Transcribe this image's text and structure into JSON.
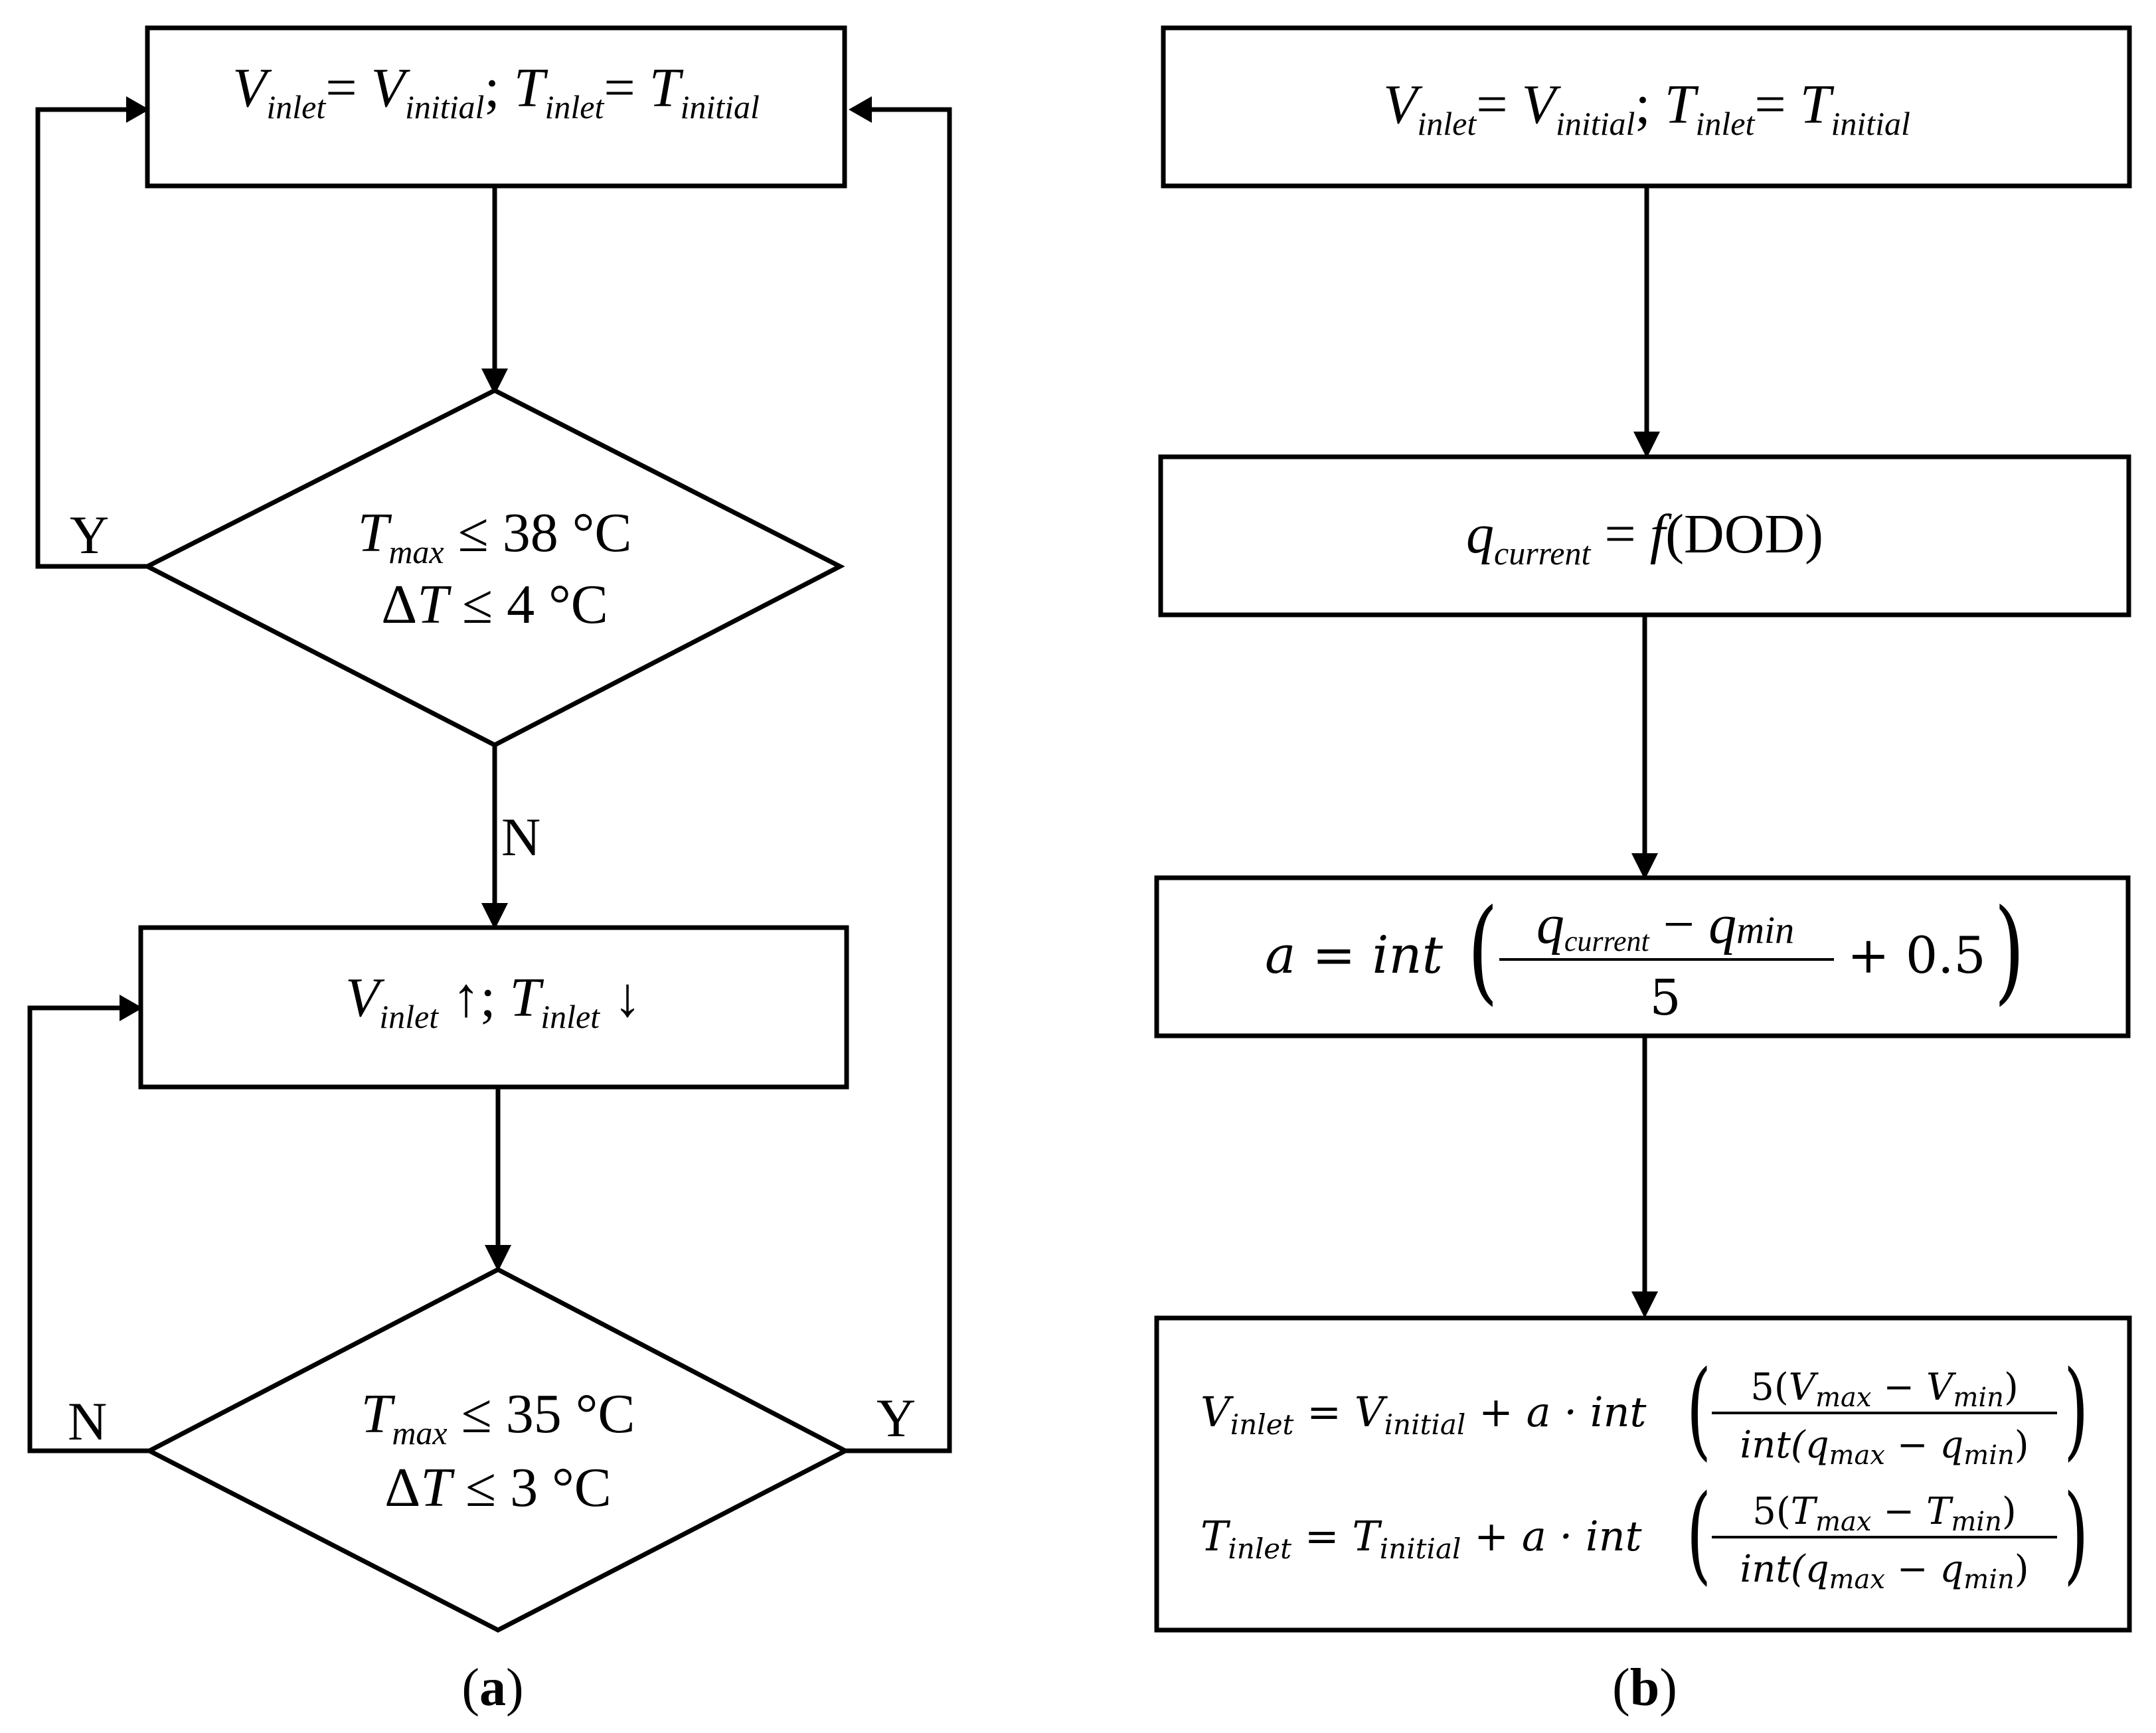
{
  "panel_a": {
    "caption_letter": "a",
    "box1": {
      "V": "V",
      "V_sub": "inlet",
      "eq1": "= ",
      "V2": "V",
      "V2_sub": "initial",
      "sep": "; ",
      "T": "T",
      "T_sub": "inlet",
      "eq2": "= ",
      "T2": "T",
      "T2_sub": "initial"
    },
    "decision1": {
      "line1_T": "T",
      "line1_sub": "max",
      "line1_rest": " ≤ 38 °C",
      "line2_delta": "Δ",
      "line2_T": "T",
      "line2_rest": " ≤ 4 °C"
    },
    "box2": {
      "V": "V",
      "V_sub": "inlet",
      "up": " ↑; ",
      "T": "T",
      "T_sub": "inlet",
      "down": " ↓"
    },
    "decision2": {
      "line1_T": "T",
      "line1_sub": "max",
      "line1_rest": " ≤ 35 °C",
      "line2_delta": "Δ",
      "line2_T": "T",
      "line2_rest": " ≤ 3 °C"
    },
    "edge_labels": {
      "d1_yes": "Y",
      "d1_no": "N",
      "d2_no": "N",
      "d2_yes": "Y"
    }
  },
  "panel_b": {
    "caption_letter": "b",
    "box1": {
      "V": "V",
      "V_sub": "inlet",
      "eq1": "= ",
      "V2": "V",
      "V2_sub": "initial",
      "sep": "; ",
      "T": "T",
      "T_sub": "inlet",
      "eq2": "= ",
      "T2": "T",
      "T2_sub": "initial"
    },
    "box2": {
      "q": "q",
      "q_sub": "current",
      "eq": " = ",
      "f": "f",
      "arg": "(DOD)"
    },
    "box3": {
      "lhs": "a = int",
      "num_q1": "q",
      "num_q1_sub": "current",
      "minus": " − ",
      "num_q2": "q",
      "num_q2_sub": "min",
      "den": "5",
      "plus": "+ 0.5"
    },
    "box4": {
      "row1_lhs": "V",
      "row1_lhs_sub": "inlet",
      "row1_eq": " = ",
      "row1_base": "V",
      "row1_base_sub": "initial",
      "row1_op": " + a · int",
      "row1_num_pre": "5(",
      "row1_num_a": "V",
      "row1_num_a_sub": "max",
      "row1_num_minus": " − ",
      "row1_num_b": "V",
      "row1_num_b_sub": "min",
      "row1_num_post": ")",
      "row1_den_pre": "int(",
      "row1_den_a": "q",
      "row1_den_a_sub": "max",
      "row1_den_minus": " − ",
      "row1_den_b": "q",
      "row1_den_b_sub": "min",
      "row1_den_post": ")",
      "row2_lhs": "T",
      "row2_lhs_sub": "inlet",
      "row2_eq": " = ",
      "row2_base": "T",
      "row2_base_sub": "initial",
      "row2_op": " + a · int",
      "row2_num_pre": "5(",
      "row2_num_a": "T",
      "row2_num_a_sub": "max",
      "row2_num_minus": " − ",
      "row2_num_b": "T",
      "row2_num_b_sub": "min",
      "row2_num_post": ")",
      "row2_den_pre": "int(",
      "row2_den_a": "q",
      "row2_den_a_sub": "max",
      "row2_den_minus": " − ",
      "row2_den_b": "q",
      "row2_den_b_sub": "min",
      "row2_den_post": ")"
    }
  }
}
